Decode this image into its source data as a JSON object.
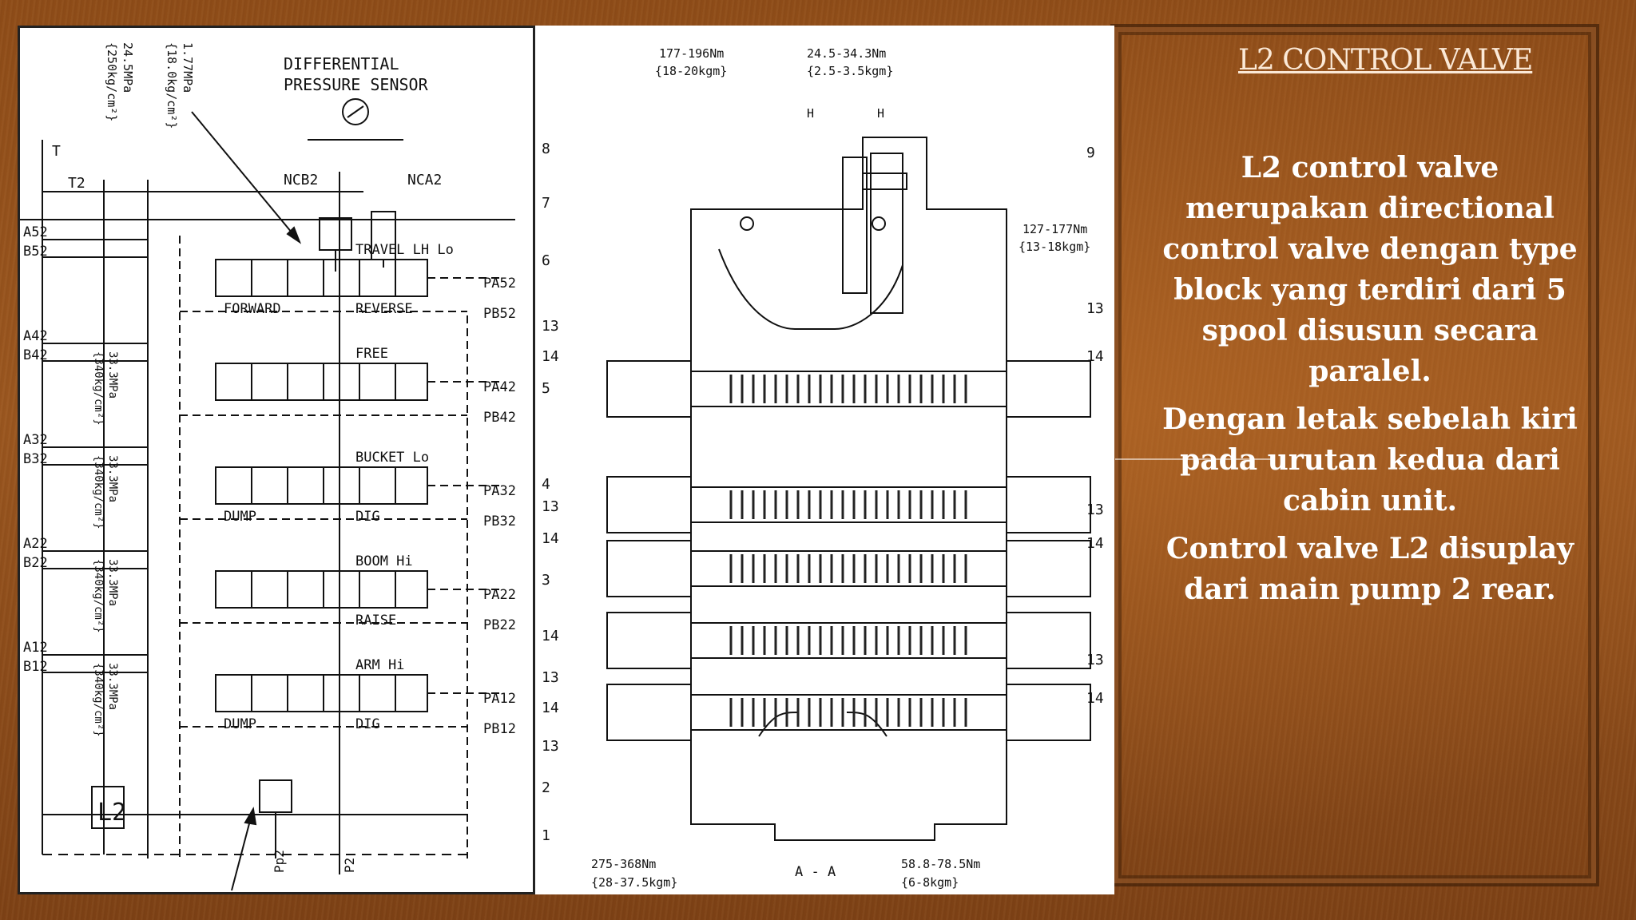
{
  "slide": {
    "title": "L2 CONTROL VALVE",
    "paragraphs": [
      "L2 control valve merupakan directional control valve dengan type block yang terdiri dari 5 spool disusun secara paralel.",
      "Dengan letak sebelah kiri pada urutan kedua dari cabin unit.",
      "Control valve L2 disuplay dari main pump 2 rear."
    ]
  },
  "schematic": {
    "pressure_1": "24.5MPa",
    "pressure_1_kg": "{250kg/cm²}",
    "pressure_2": "1.77MPa",
    "pressure_2_kg": "{18.0kg/cm²}",
    "sensor_label_1": "DIFFERENTIAL",
    "sensor_label_2": "PRESSURE SENSOR",
    "ncb2": "NCB2",
    "nca2": "NCA2",
    "t": "T",
    "t2": "T2",
    "relief_pressure": "33.3MPa",
    "relief_pressure_kg": "{340kg/cm²}",
    "sections": [
      {
        "a": "A52",
        "b": "B52",
        "title": "TRAVEL",
        "title2": "LH",
        "title3": "Lo",
        "left": "FORWARD",
        "right": "REVERSE",
        "pa": "PA52",
        "pb": "PB52"
      },
      {
        "a": "A42",
        "b": "B42",
        "title": "FREE",
        "title2": "",
        "title3": "",
        "left": "",
        "right": "",
        "pa": "PA42",
        "pb": "PB42"
      },
      {
        "a": "A32",
        "b": "B32",
        "title": "BUCKET",
        "title2": "Lo",
        "title3": "",
        "left": "DUMP",
        "right": "DIG",
        "pa": "PA32",
        "pb": "PB32"
      },
      {
        "a": "A22",
        "b": "B22",
        "title": "BOOM",
        "title2": "Hi",
        "title3": "",
        "left": "",
        "right": "RAISE",
        "pa": "PA22",
        "pb": "PB22"
      },
      {
        "a": "A12",
        "b": "B12",
        "title": "ARM",
        "title2": "Hi",
        "title3": "",
        "left": "DUMP",
        "right": "DIG",
        "pa": "PA12",
        "pb": "PB12"
      }
    ],
    "box_label": "L2",
    "pp2": "Pp2",
    "p2": "P2"
  },
  "section_view": {
    "torque_top_left": "177-196Nm",
    "torque_top_left_kg": "{18-20kgm}",
    "torque_top_right": "24.5-34.3Nm",
    "torque_top_right_kg": "{2.5-3.5kgm}",
    "torque_mid_right": "127-177Nm",
    "torque_mid_right_kg": "{13-18kgm}",
    "torque_bottom_left": "275-368Nm",
    "torque_bottom_left_kg": "{28-37.5kgm}",
    "torque_bottom_right": "58.8-78.5Nm",
    "torque_bottom_right_kg": "{6-8kgm}",
    "h": "H",
    "section": "A - A",
    "callouts_left": [
      "8",
      "7",
      "6",
      "13",
      "14",
      "5",
      "4",
      "13",
      "14",
      "3",
      "14",
      "13",
      "14",
      "13",
      "2",
      "1"
    ],
    "callouts_right": [
      "9",
      "13",
      "14",
      "13",
      "14",
      "13",
      "14"
    ]
  }
}
